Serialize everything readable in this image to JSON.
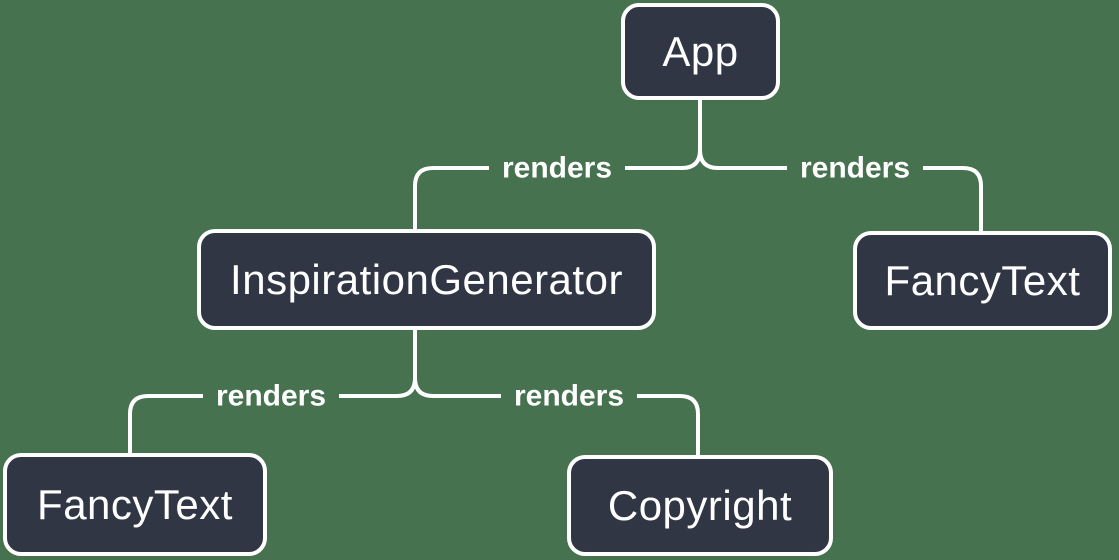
{
  "canvas": {
    "background_color": "#47724F",
    "node_fill_color": "#303644",
    "line_color": "#FFFFFF",
    "text_color": "#FFFFFF"
  },
  "diagram": {
    "type": "component-render-tree",
    "nodes": [
      {
        "id": "app",
        "label": "App"
      },
      {
        "id": "inspiration-generator",
        "label": "InspirationGenerator"
      },
      {
        "id": "fancy-text-top",
        "label": "FancyText"
      },
      {
        "id": "fancy-text-bottom",
        "label": "FancyText"
      },
      {
        "id": "copyright",
        "label": "Copyright"
      }
    ],
    "edges": [
      {
        "from": "App",
        "to": "InspirationGenerator",
        "label": "renders"
      },
      {
        "from": "App",
        "to": "FancyText",
        "label": "renders"
      },
      {
        "from": "InspirationGenerator",
        "to": "FancyText",
        "label": "renders"
      },
      {
        "from": "InspirationGenerator",
        "to": "Copyright",
        "label": "renders"
      }
    ]
  }
}
